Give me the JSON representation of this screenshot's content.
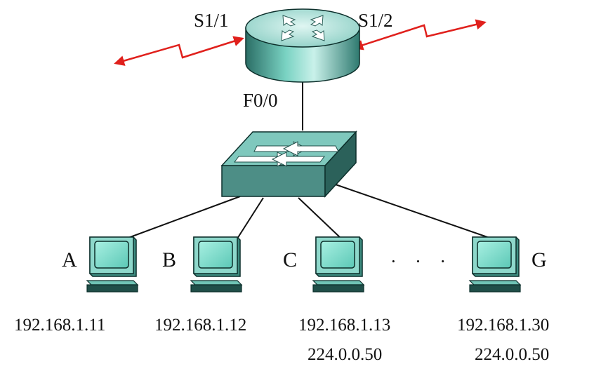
{
  "router": {
    "ports": {
      "s1_1": "S1/1",
      "s1_2": "S1/2",
      "f0_0": "F0/0"
    }
  },
  "hosts": [
    {
      "label": "A",
      "ip": "192.168.1.11",
      "group": ""
    },
    {
      "label": "B",
      "ip": "192.168.1.12",
      "group": ""
    },
    {
      "label": "C",
      "ip": "192.168.1.13",
      "group": "224.0.0.50"
    },
    {
      "label": "G",
      "ip": "192.168.1.30",
      "group": "224.0.0.50"
    }
  ],
  "ellipsis": "· · ·",
  "colors": {
    "device_face": "#7fd8c8",
    "device_dark": "#2f6e66",
    "wan_link": "#e0201c",
    "cable": "#111111"
  }
}
